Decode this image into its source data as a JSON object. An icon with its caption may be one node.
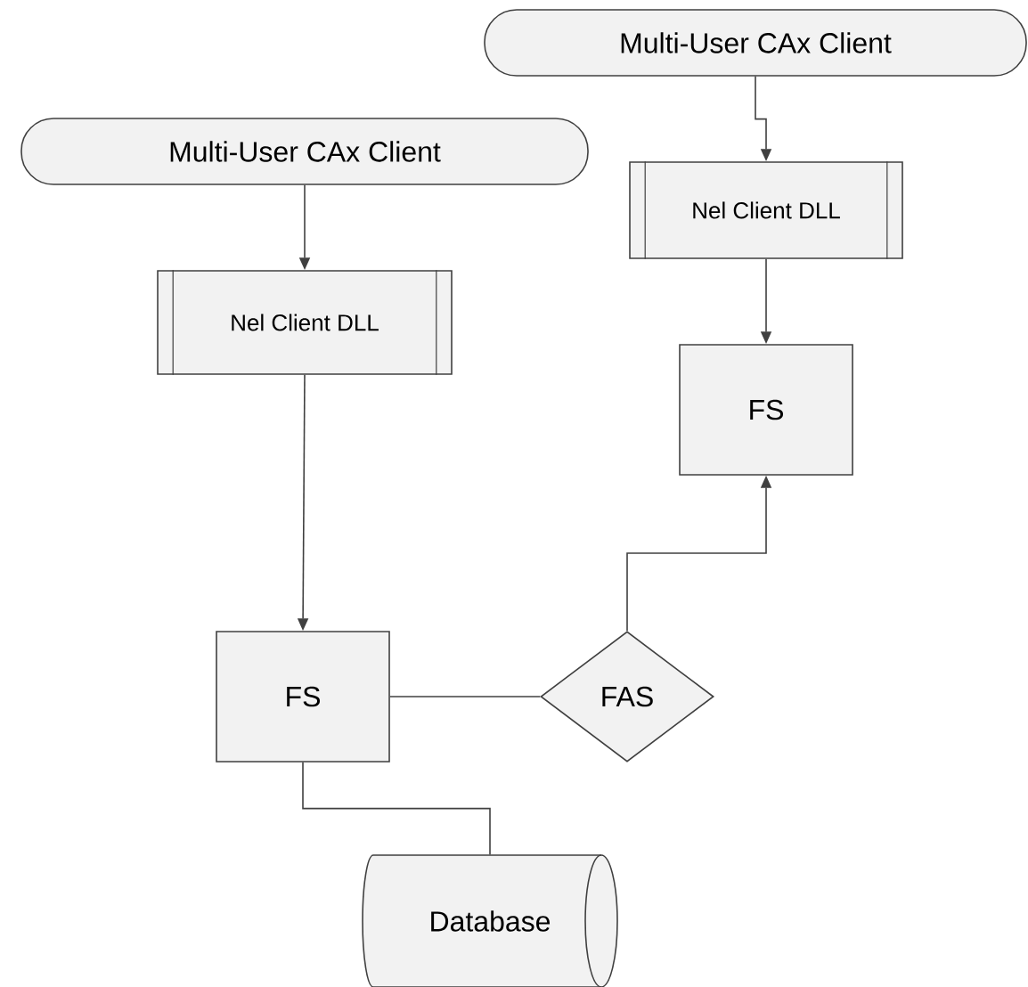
{
  "diagram": {
    "nodes": [
      {
        "text": [
          "Multi-User CAx Client"
        ]
      },
      {
        "text": [
          "Multi-User CAx Client"
        ]
      },
      {
        "text": [
          "Nel Client DLL"
        ]
      },
      {
        "text": [
          "Nel Client DLL"
        ]
      },
      {
        "text": [
          "FS"
        ]
      },
      {
        "text": [
          "FS"
        ]
      },
      {
        "text": [
          "FAS"
        ]
      },
      {
        "text": [
          "Database"
        ]
      }
    ],
    "edges": [
      {
        "from": 0,
        "to": 2,
        "arrow": "to"
      },
      {
        "from": 2,
        "to": 4,
        "arrow": "to"
      },
      {
        "from": 1,
        "to": 3,
        "arrow": "to"
      },
      {
        "from": 3,
        "to": 5,
        "arrow": "to"
      },
      {
        "from": 5,
        "to": 6,
        "arrow": "none"
      },
      {
        "from": 6,
        "to": 4,
        "arrow": "to"
      },
      {
        "from": 5,
        "to": 7,
        "arrow": "none"
      }
    ]
  }
}
